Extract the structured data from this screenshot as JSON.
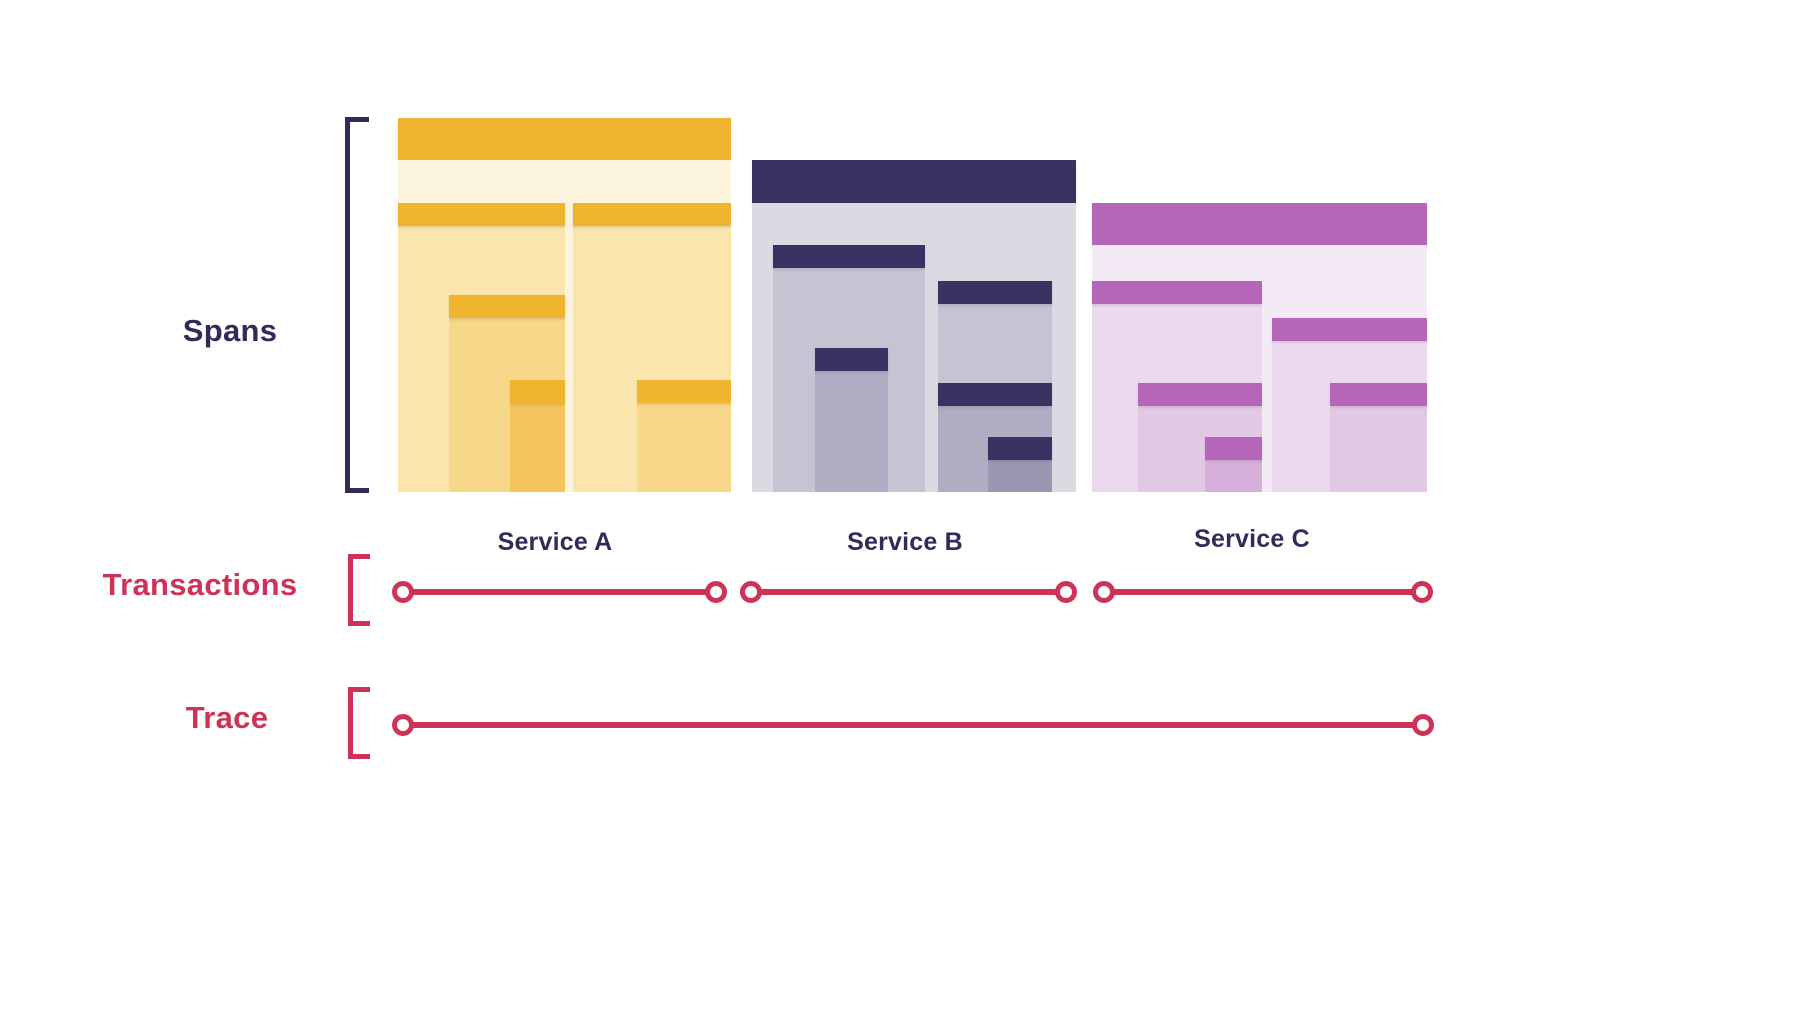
{
  "labels": {
    "spans": "Spans",
    "transactions": "Transactions",
    "trace": "Trace"
  },
  "services": {
    "a": {
      "name": "Service A"
    },
    "b": {
      "name": "Service B"
    },
    "c": {
      "name": "Service C"
    }
  },
  "colors": {
    "crimson": "#CE3357",
    "navy-text": "#312B5C",
    "gold-header": "#F0B42E",
    "gold-body-root": "#FCF3DC",
    "gold-body-1": "#FAE5AC",
    "gold-body-2": "#F7D88A",
    "gold-body-3": "#F4C45F",
    "navy-header": "#3A3263",
    "navy-body-root": "#DBDAE3",
    "navy-body-1": "#C6C3D3",
    "navy-body-2": "#B0ACC3",
    "navy-body-3": "#9B96B1",
    "purple-header": "#B566B9",
    "purple-body-root": "#F4EAF5",
    "purple-body-1": "#EBD9ED",
    "purple-body-2": "#E2C8E5",
    "purple-body-3": "#D7AFDB",
    "background": "#FFFFFF",
    "endpoint-fill": "#FFFFFF"
  }
}
